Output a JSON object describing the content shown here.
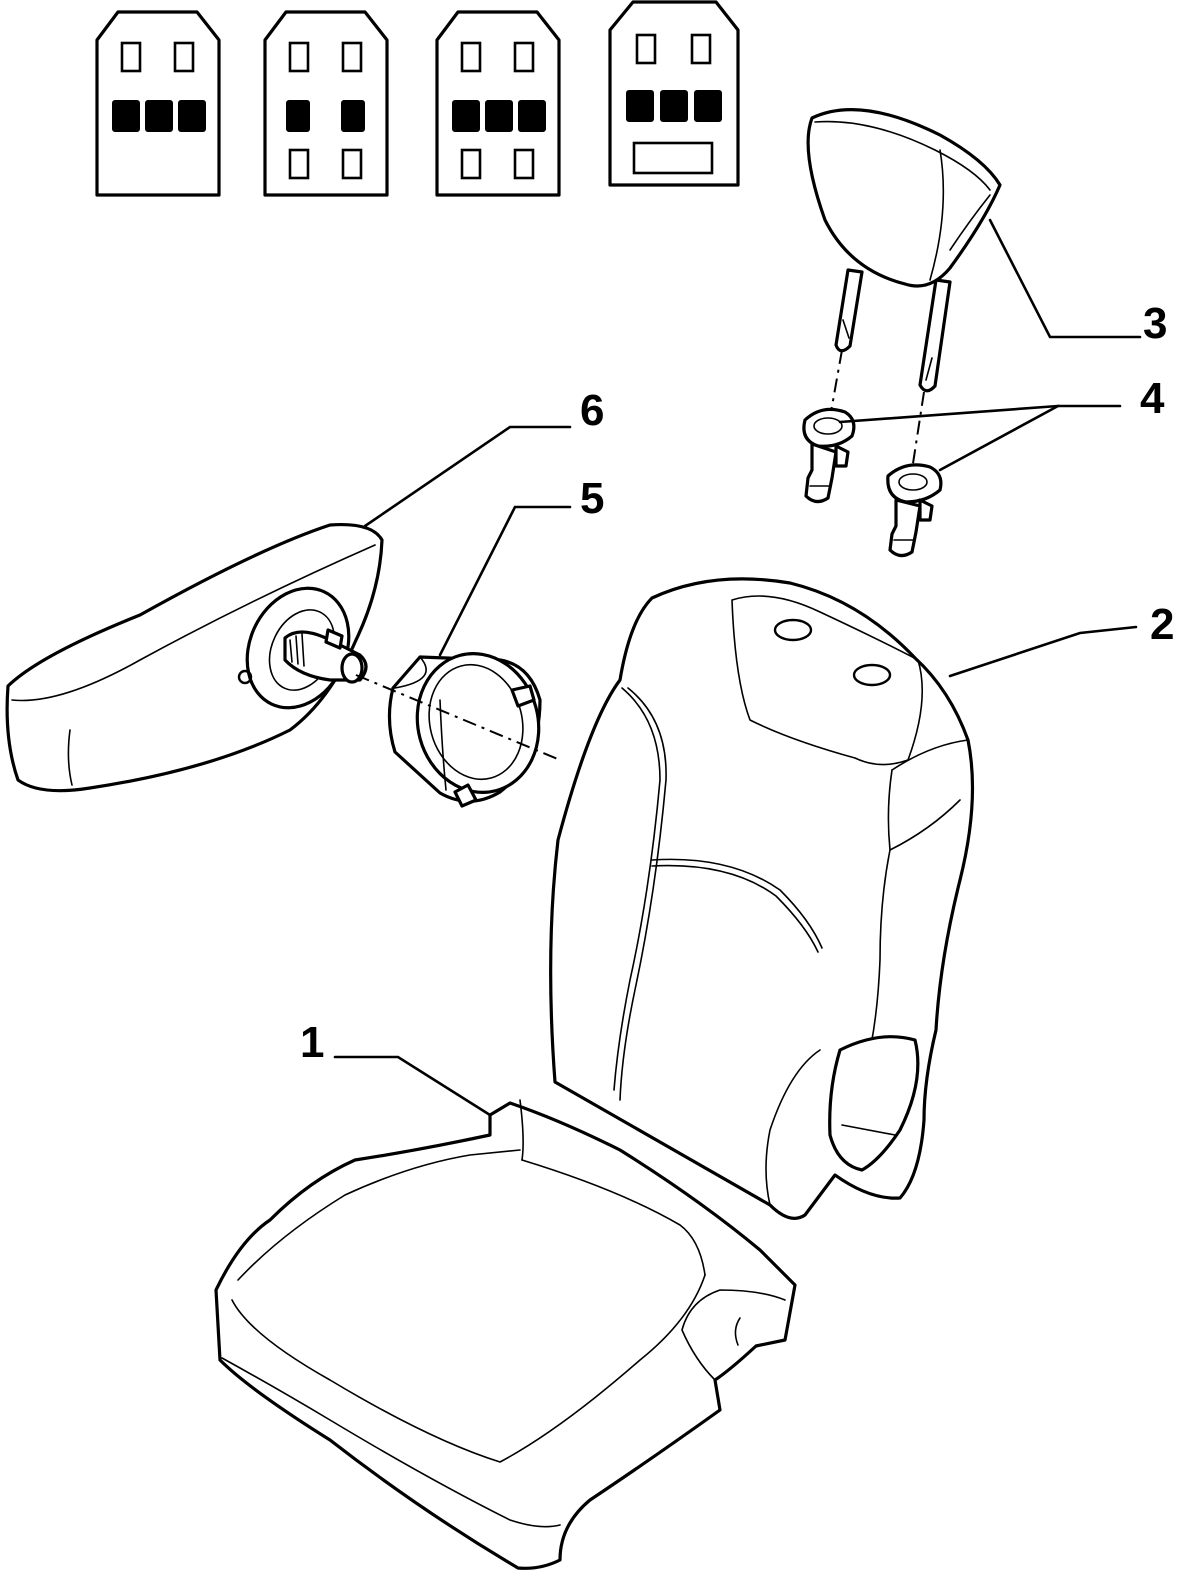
{
  "callouts": {
    "c1": "1",
    "c2": "2",
    "c3": "3",
    "c4": "4",
    "c5": "5",
    "c6": "6"
  },
  "variant_legend": {
    "count": 4,
    "fill_color": "#000000",
    "outline_color": "#000000"
  },
  "parts": [
    "seat-cushion",
    "seat-backrest",
    "headrest",
    "headrest-guides",
    "armrest-pivot-bushing",
    "armrest"
  ]
}
